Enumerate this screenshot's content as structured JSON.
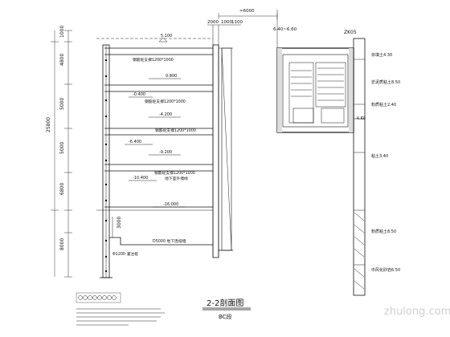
{
  "left_dims": [
    "1000",
    "4800",
    "5000",
    "5000",
    "6800",
    "3000"
  ],
  "left_total": "25800",
  "bottom_dim": "8000",
  "top_dims": [
    "≈6000",
    "2000",
    "1000",
    "1100"
  ],
  "top_elev": "6.40~6.60",
  "levels": [
    "5.100",
    "0.800",
    "-0.400",
    "-4.200",
    "-6.400",
    "-9.200",
    "-10.400",
    "-16.000"
  ],
  "beams": [
    "钢筋砼支撑1200*1000",
    "钢筋砼支撑1200*1000",
    "钢筋砼支撑1200*1000",
    "钢筋砼支撑1200*1000"
  ],
  "pile_note": "Φ1200 灌注桩",
  "wall_note": "D5000 地下连续墙",
  "bottom_note": "地下室外墙线",
  "title": "2-2剖面图",
  "subtitle": "BC段",
  "borehole": "ZK05",
  "soil_layers": [
    "杂填土4.30",
    "淤泥质粘土8.50",
    "粉质粘土2.40",
    "粘土3.40",
    "粉质粘土8.50",
    "中风化砂岩6.50"
  ],
  "soil_elev": "-4.60",
  "watermark": "zhulong.com"
}
